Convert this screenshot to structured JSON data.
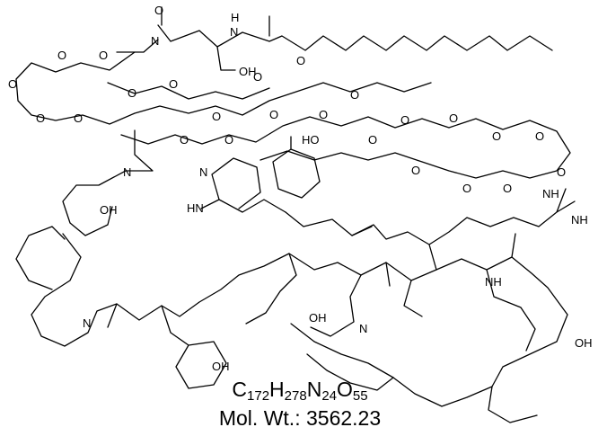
{
  "formula_parts": [
    {
      "el": "C",
      "n": "172"
    },
    {
      "el": "H",
      "n": "278"
    },
    {
      "el": "N",
      "n": "24"
    },
    {
      "el": "O",
      "n": "55"
    }
  ],
  "mw_label": "Mol. Wt.:",
  "mw_value": "3562.23",
  "atoms": {
    "o_top": "O",
    "nh_top": "N",
    "h_top": "H",
    "oh_top": "OH",
    "nh_link": "N",
    "o_eg": "O",
    "ho_tyr": "HO",
    "hn_indole": "HN",
    "n_pyr": "N",
    "nh2_arg": "NH",
    "hn_arg": "NH",
    "oh_acid": "OH",
    "n_me": "N",
    "n_pro": "N",
    "oh_tyr2": "OH"
  }
}
